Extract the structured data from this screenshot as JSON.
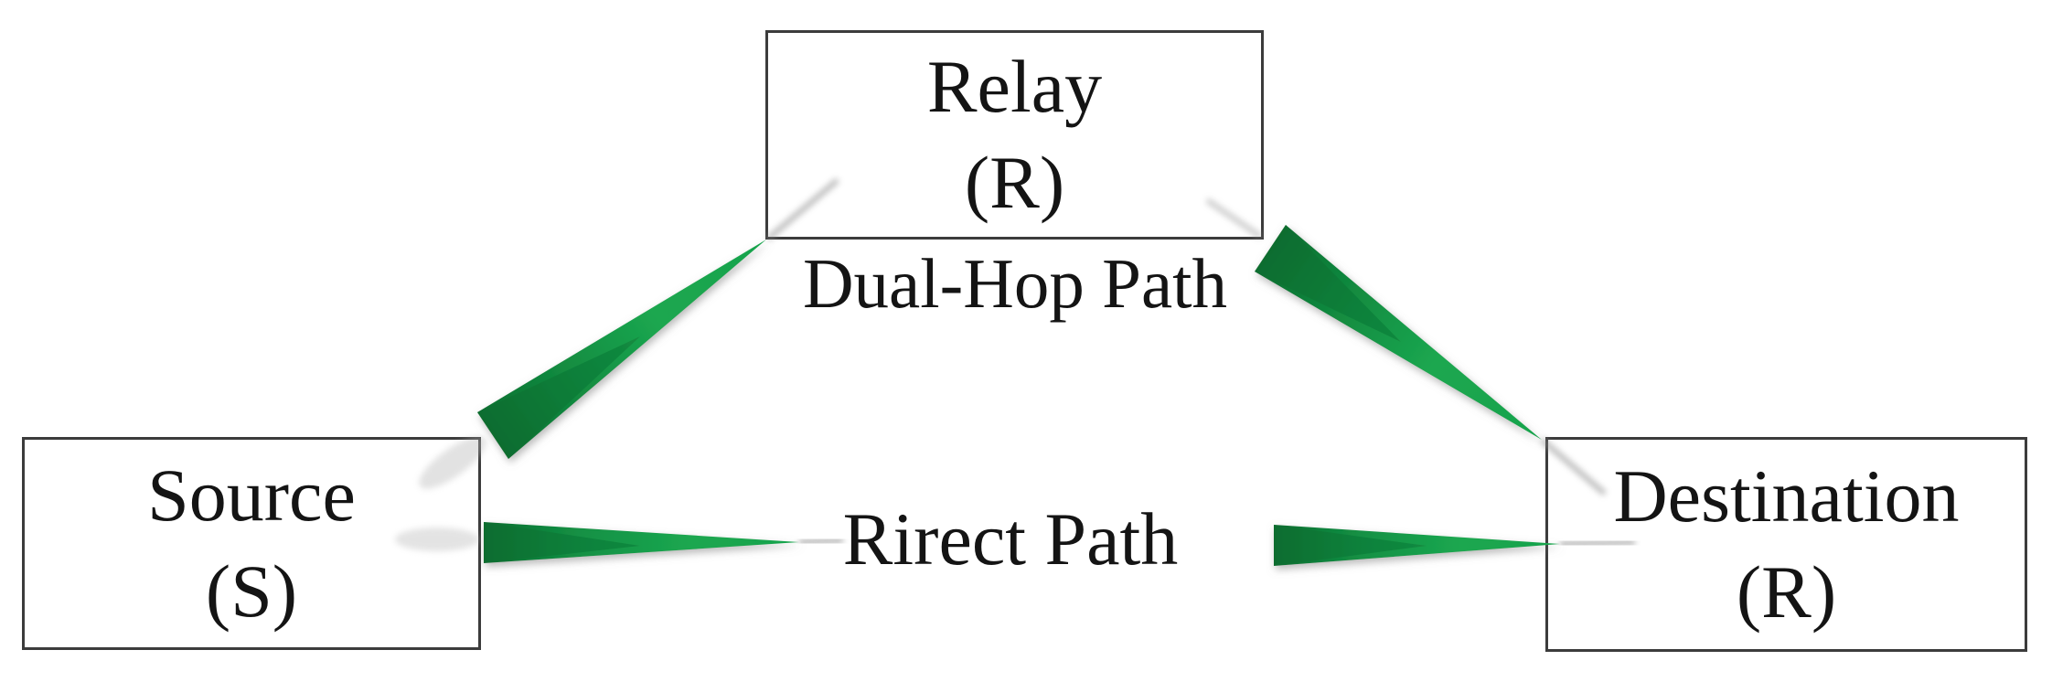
{
  "diagram": {
    "nodes": {
      "source": {
        "line1": "Source",
        "line2": "(S)"
      },
      "relay": {
        "line1": "Relay",
        "line2": "(R)"
      },
      "destination": {
        "line1": "Destination",
        "line2": "(R)"
      }
    },
    "paths": {
      "dual_hop": {
        "label": "Dual-Hop Path"
      },
      "direct": {
        "label": "Rirect Path"
      }
    },
    "colors": {
      "arrow_green": "#17a04b",
      "arrow_green_dark": "#0a6e30",
      "box_border": "#3c3c3c",
      "text": "#141414",
      "background": "#ffffff"
    }
  }
}
